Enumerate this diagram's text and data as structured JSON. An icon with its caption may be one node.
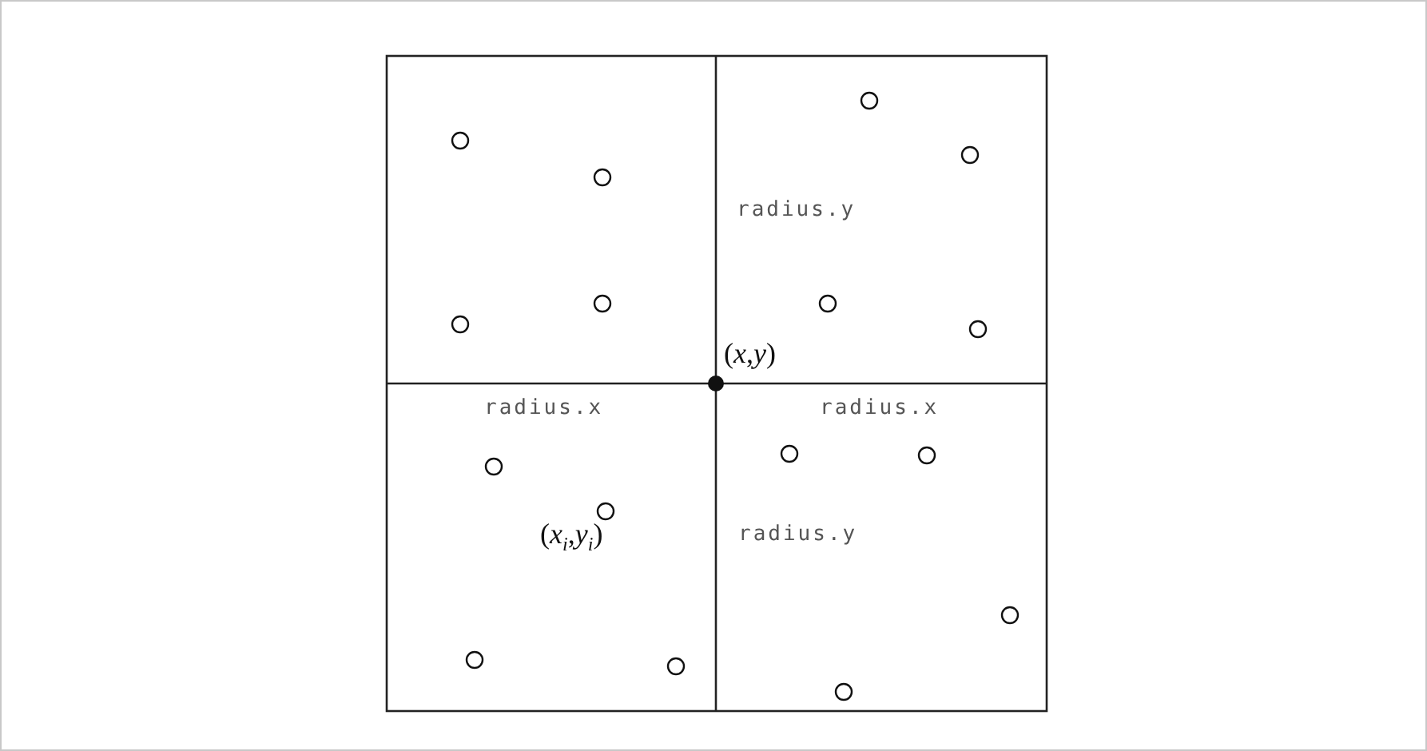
{
  "diagram": {
    "labels": [
      "radius.y",
      "(*x*,*y*)",
      "radius.x",
      "radius.x",
      "(*x*$_{i}$,*y*$_{i}$)",
      "radius.y"
    ]
  }
}
